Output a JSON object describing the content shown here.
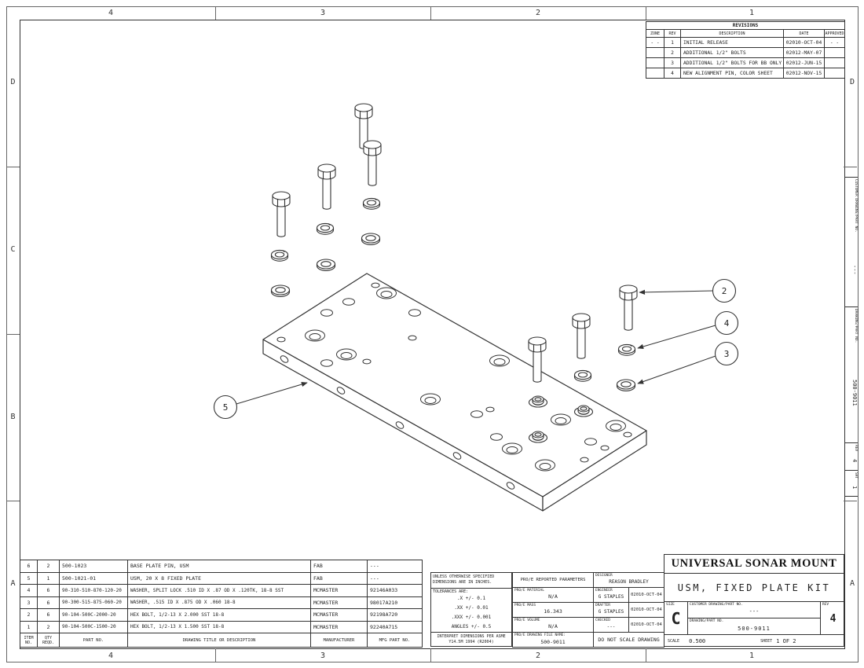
{
  "sheet": {
    "zone_cols": [
      "4",
      "3",
      "2",
      "1"
    ],
    "zone_rows": [
      "D",
      "C",
      "B",
      "A"
    ],
    "line_color": "#333333"
  },
  "revisions": {
    "title": "REVISIONS",
    "headers": {
      "zone": "ZONE",
      "rev": "REV",
      "description": "DESCRIPTION",
      "date": "DATE",
      "approved": "APPROVED"
    },
    "rows": [
      {
        "zone": "- -",
        "rev": "1",
        "description": "INITIAL RELEASE",
        "date": "02010-OCT-04",
        "approved": "- -"
      },
      {
        "zone": "",
        "rev": "2",
        "description": "ADDITIONAL 1/2\" BOLTS",
        "date": "02012-MAY-07",
        "approved": ""
      },
      {
        "zone": "",
        "rev": "3",
        "description": "ADDITIONAL 1/2\" BOLTS FOR BB ONLY",
        "date": "02012-JUN-15",
        "approved": ""
      },
      {
        "zone": "",
        "rev": "4",
        "description": "NEW ALIGNMENT PIN, COLOR SHEET",
        "date": "02012-NOV-15",
        "approved": ""
      }
    ]
  },
  "bom": {
    "headers": {
      "item": "ITEM\nNO.",
      "qty": "QTY\nREQD.",
      "part": "PART NO.",
      "desc": "DRAWING TITLE OR DESCRIPTION",
      "mfr": "MANUFACTURER",
      "mfg_part": "MFG PART NO."
    },
    "rows": [
      {
        "item": "6",
        "qty": "2",
        "part": "500-1023",
        "desc": "BASE PLATE PIN, USM",
        "mfr": "FAB",
        "mfg_part": "---"
      },
      {
        "item": "5",
        "qty": "1",
        "part": "500-1021-01",
        "desc": "USM, 20 X 8 FIXED PLATE",
        "mfr": "FAB",
        "mfg_part": "---"
      },
      {
        "item": "4",
        "qty": "6",
        "part": "90-310-510-870-120-20",
        "desc": "WASHER, SPLIT LOCK .510 ID X .87 OD X .120TK, 18-8 SST",
        "mfr": "MCMASTER",
        "mfg_part": "92146A033"
      },
      {
        "item": "3",
        "qty": "6",
        "part": "90-300-515-875-060-20",
        "desc": "WASHER, .515 ID X .875 OD X .060 18-8",
        "mfr": "MCMASTER",
        "mfg_part": "98017A210"
      },
      {
        "item": "2",
        "qty": "6",
        "part": "90-104-500C-2000-20",
        "desc": "HEX BOLT, 1/2-13 X 2.000 SST 18-8",
        "mfr": "MCMASTER",
        "mfg_part": "92198A720"
      },
      {
        "item": "1",
        "qty": "2",
        "part": "90-104-500C-1500-20",
        "desc": "HEX BOLT, 1/2-13 X 1.500 SST 18-8",
        "mfr": "MCMASTER",
        "mfg_part": "92240A715"
      }
    ]
  },
  "tolerances": {
    "header": "UNLESS OTHERWISE SPECIFIED DIMENSIONS ARE IN INCHES.",
    "label": "TOLERANCES ARE:",
    "lines": [
      ".X +/- 0.1",
      ".XX +/- 0.01",
      ".XXX +/- 0.001",
      "ANGLES +/- 0.5"
    ],
    "interpret": "INTERPRET DIMENSIONS PER ASME Y14.5M 1994 (R2004)"
  },
  "proe": {
    "params_header": "PRO/E REPORTED PARAMETERS",
    "material_label": "PRO/E MATERIAL",
    "material": "N/A",
    "mass_label": "PRO/E MASS",
    "mass": "16.343",
    "volume_label": "PRO/E VOLUME",
    "volume": "N/A",
    "file_label": "PRO/E DRAWING FILE NAME:",
    "file": "500-9011",
    "designer_label": "DESIGNER",
    "designer": "REASON BRADLEY",
    "engineer_label": "ENGINEER",
    "engineer": "G STAPLES",
    "engineer_date": "02010-OCT-04",
    "drafter_label": "DRAFTER",
    "drafter": "G STAPLES",
    "drafter_date": "02010-OCT-04",
    "checked_label": "CHECKED",
    "checked": "---",
    "checked_date": "02010-OCT-04",
    "no_scale": "DO NOT SCALE DRAWING"
  },
  "title_block": {
    "company": "UNIVERSAL SONAR MOUNT",
    "title": "USM, FIXED PLATE KIT",
    "size_label": "SIZE",
    "size": "C",
    "customer_label": "CUSTOMER DRAWING/PART NO.",
    "customer": "---",
    "drawing_label": "DRAWING/PART NO.",
    "drawing": "500-9011",
    "rev_label": "REV",
    "rev": "4",
    "scale_label": "SCALE",
    "scale": "0.500",
    "sheet_label": "SHEET",
    "sheet": "1 OF 2"
  },
  "edge_strip": {
    "customer_label": "CUSTOMER DRAWING/PART NO.",
    "customer": "---",
    "drawing_label": "DRAWING/PART NO.",
    "drawing": "500-9011",
    "rev_label": "REV",
    "rev": "4",
    "sht_label": "SHT",
    "sht": "1"
  },
  "drawing": {
    "balloons": [
      "2",
      "4",
      "3",
      "5"
    ]
  }
}
